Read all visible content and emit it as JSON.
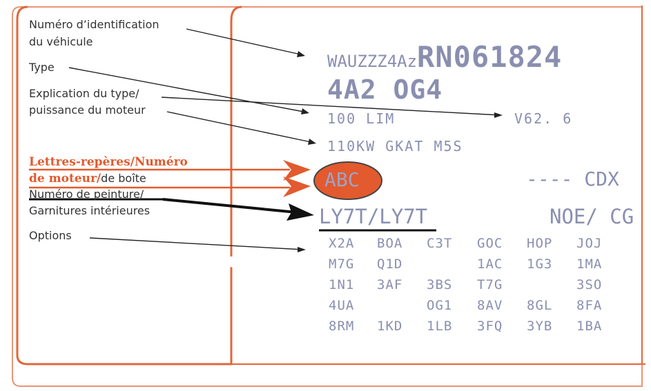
{
  "labels": {
    "vin_line1": "Numéro d’identification",
    "vin_line2": "du véhicule",
    "type": "Type",
    "explication_line1": "Explication du type/",
    "explication_line2": "puissance du moteur",
    "lettres_line1": "Lettres-repères/Numéro",
    "lettres_line2_bold": "de moteur/",
    "lettres_line2_rest": "de boîte",
    "peinture_line1": "Numéro de peinture/",
    "peinture_line2": "Garnitures intérieures",
    "options": "Options"
  },
  "plate": {
    "vin_prefix": "WAUZZZ4Az",
    "vin_serial": "RN061824",
    "type_code": "4A2 OG4",
    "model": "100 LIM",
    "model_code": "V62. 6",
    "engine_info": "110KW GKAT M5S",
    "engine_letters": "ABC",
    "gearbox_letters": "---- CDX",
    "paint_code": "LY7T/LY7T",
    "trim_code": "NOE/ CG"
  },
  "options": [
    [
      "X2A",
      "BOA",
      "C3T",
      "GOC",
      "HOP",
      "JOJ"
    ],
    [
      "M7G",
      "Q1D",
      "",
      "1AC",
      "1G3",
      "1MA"
    ],
    [
      "1N1",
      "3AF",
      "3BS",
      "T7G",
      "",
      "3SO"
    ],
    [
      "4UA",
      "",
      "OG1",
      "8AV",
      "8GL",
      "8FA"
    ],
    [
      "8RM",
      "1KD",
      "1LB",
      "3FQ",
      "3YB",
      "1BA"
    ]
  ],
  "colors": {
    "frame": "#e0673a",
    "plate_text": "#8a8fb0",
    "label_text": "#333333",
    "highlight": "#e25a2e",
    "ellipse_fill": "#e25a2e"
  }
}
